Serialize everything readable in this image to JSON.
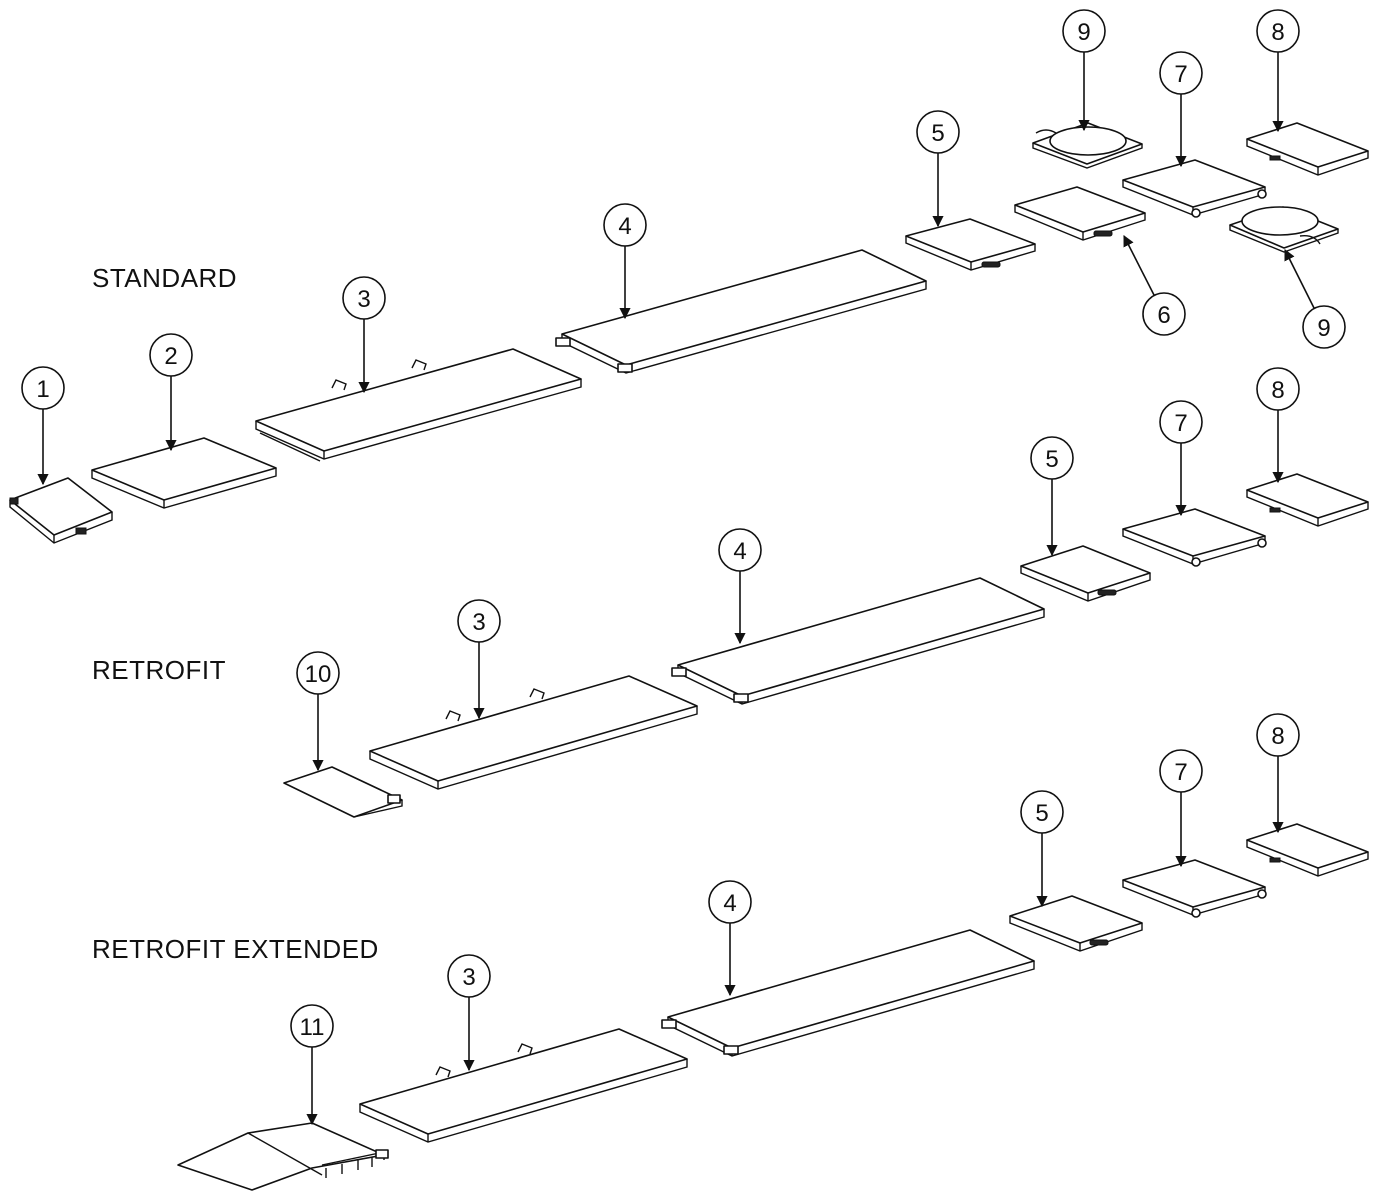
{
  "sections": [
    {
      "id": "standard",
      "label": "STANDARD"
    },
    {
      "id": "retrofit",
      "label": "RETROFIT"
    },
    {
      "id": "retrofit-extended",
      "label": "RETROFIT EXTENDED"
    }
  ],
  "callouts": {
    "s_1": "1",
    "s_2": "2",
    "s_3": "3",
    "s_4": "4",
    "s_5": "5",
    "s_6": "6",
    "s_7": "7",
    "s_8": "8",
    "s_9a": "9",
    "s_9b": "9",
    "r_10": "10",
    "r_3": "3",
    "r_4": "4",
    "r_5": "5",
    "r_7": "7",
    "r_8": "8",
    "e_11": "11",
    "e_3": "3",
    "e_4": "4",
    "e_5": "5",
    "e_7": "7",
    "e_8": "8"
  }
}
